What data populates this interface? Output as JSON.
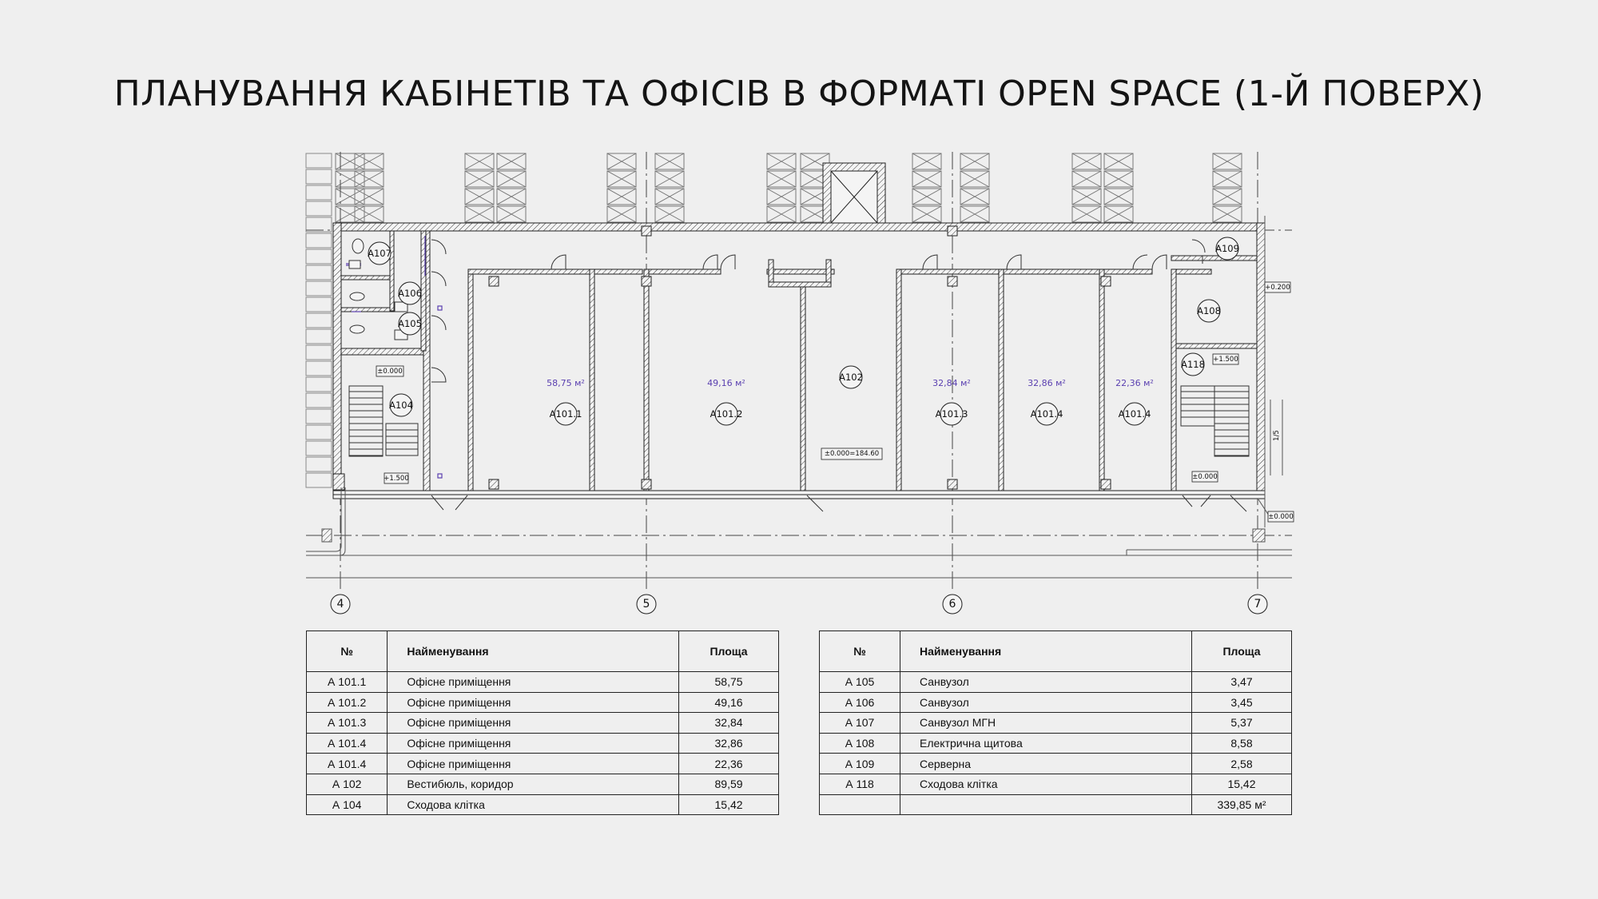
{
  "title": "ПЛАНУВАННЯ КАБІНЕТІВ ТА ОФІСІВ В ФОРМАТІ OPEN SPACE (1-Й ПОВЕРХ)",
  "plan": {
    "rooms": {
      "a101_1": "А101.1",
      "a101_2": "А101.2",
      "a101_3": "А101.3",
      "a101_4a": "А101.4",
      "a101_4b": "А101.4",
      "a102": "А102",
      "a104": "А104",
      "a105": "А105",
      "a106": "А106",
      "a107": "А107",
      "a108": "А108",
      "a109": "А109",
      "a118": "А118"
    },
    "areas": {
      "a101_1": "58,75 м²",
      "a101_2": "49,16 м²",
      "a101_3": "32,84 м²",
      "a101_4a": "32,86 м²",
      "a101_4b": "22,36 м²"
    },
    "levels": {
      "a104_top": "±0.000",
      "a104_bottom": "+1.500",
      "a102": "±0.000=184.60",
      "a118_top": "+1.500",
      "a118_bottom": "±0.000",
      "right_top": "+0.200",
      "right_bottom": "±0.000",
      "dim": "1/5"
    },
    "axes": [
      "4",
      "5",
      "6",
      "7"
    ]
  },
  "table_left": {
    "headers": {
      "num": "№",
      "name": "Найменування",
      "area": "Площа"
    },
    "rows": [
      {
        "num": "А 101.1",
        "name": "Офісне приміщення",
        "area": "58,75"
      },
      {
        "num": "А 101.2",
        "name": "Офісне приміщення",
        "area": "49,16"
      },
      {
        "num": "А 101.3",
        "name": "Офісне приміщення",
        "area": "32,84"
      },
      {
        "num": "А 101.4",
        "name": "Офісне приміщення",
        "area": "32,86"
      },
      {
        "num": "А 101.4",
        "name": "Офісне приміщення",
        "area": "22,36"
      },
      {
        "num": "А 102",
        "name": "Вестибюль, коридор",
        "area": "89,59"
      },
      {
        "num": "А 104",
        "name": "Сходова клітка",
        "area": "15,42"
      }
    ]
  },
  "table_right": {
    "headers": {
      "num": "№",
      "name": "Найменування",
      "area": "Площа"
    },
    "rows": [
      {
        "num": "А 105",
        "name": "Санвузол",
        "area": "3,47"
      },
      {
        "num": "А 106",
        "name": "Санвузол",
        "area": "3,45"
      },
      {
        "num": "А 107",
        "name": "Санвузол МГН",
        "area": "5,37"
      },
      {
        "num": "А 108",
        "name": "Електрична щитова",
        "area": "8,58"
      },
      {
        "num": "А 109",
        "name": "Серверна",
        "area": "2,58"
      },
      {
        "num": "А 118",
        "name": "Сходова клітка",
        "area": "15,42"
      },
      {
        "num": "",
        "name": "",
        "area": "339,85 м²"
      }
    ]
  }
}
